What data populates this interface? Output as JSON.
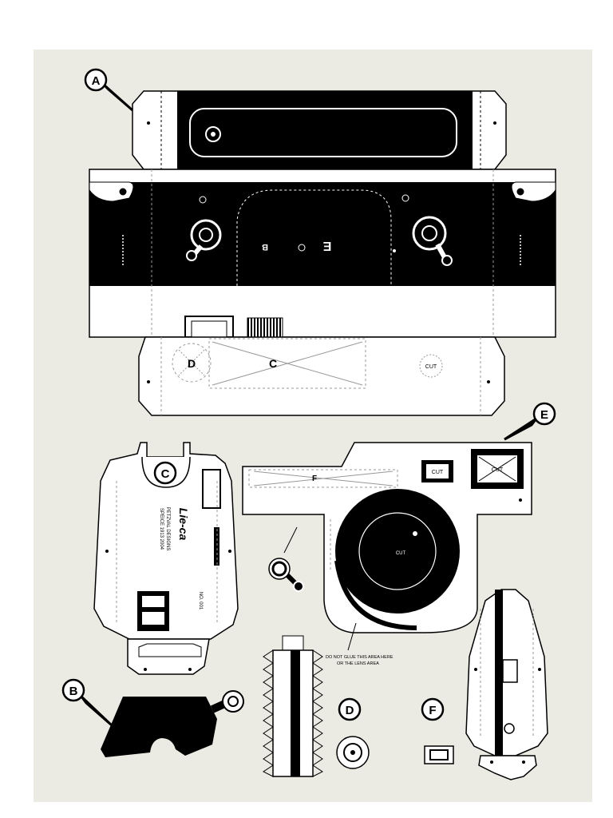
{
  "sheet": {
    "background": "#ecebe3",
    "ink": "#000000",
    "paper": "#ffffff"
  },
  "callouts": {
    "a": "A",
    "b": "B",
    "c": "C",
    "d": "D",
    "e": "E",
    "f": "F"
  },
  "part_a": {
    "mark_b": "B",
    "mark_e": "E",
    "panel_d": "D",
    "panel_c": "C",
    "cut": "CUT"
  },
  "part_c": {
    "brand": "Lie-ca",
    "lines": [
      "PETZVAL DESIGNS",
      "SPEICE 1913 2004"
    ],
    "bottom": "NO. 001"
  },
  "part_e": {
    "f_label": "F",
    "cut_small": "CUT",
    "cut_large": "CUT",
    "lens_cut": "CUT"
  },
  "note": {
    "line1": "DO NOT GLUE THIS AREA HERE",
    "line2": "OR THE LENS AREA"
  }
}
